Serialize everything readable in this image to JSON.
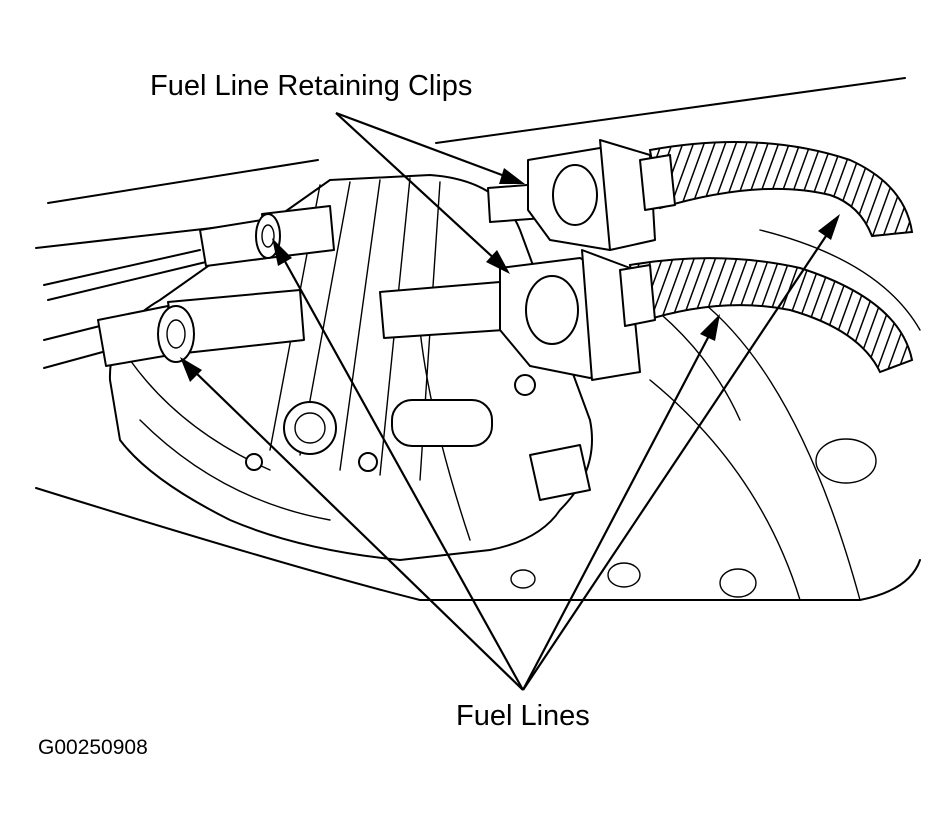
{
  "diagram": {
    "labels": {
      "retaining_clips": "Fuel Line Retaining Clips",
      "fuel_lines": "Fuel Lines"
    },
    "figure_code": "G00250908"
  }
}
